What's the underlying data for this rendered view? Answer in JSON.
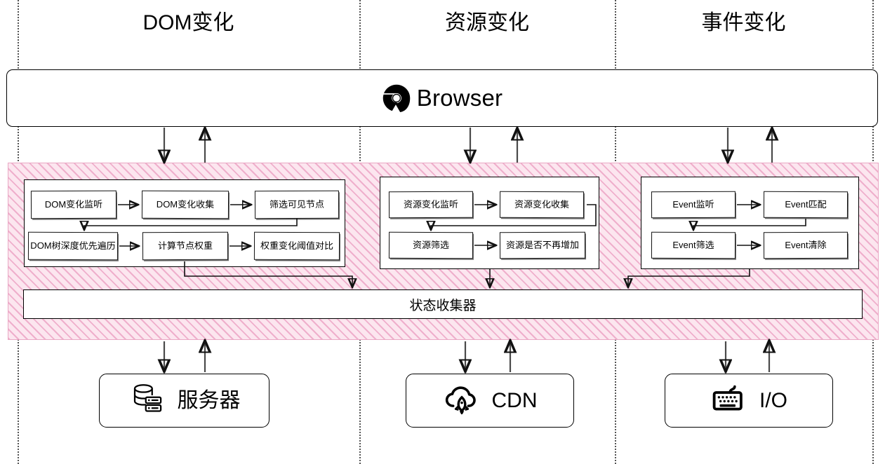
{
  "columns": [
    {
      "id": "dom",
      "title": "DOM变化"
    },
    {
      "id": "resource",
      "title": "资源变化"
    },
    {
      "id": "event",
      "title": "事件变化"
    }
  ],
  "browser": {
    "label": "Browser",
    "icon": "chrome-icon"
  },
  "collector": {
    "label": "状态收集器"
  },
  "groups": {
    "dom": {
      "nodes": [
        {
          "id": "dom-listen",
          "label": "DOM变化监听"
        },
        {
          "id": "dom-collect",
          "label": "DOM变化收集"
        },
        {
          "id": "dom-filter",
          "label": "筛选可见节点"
        },
        {
          "id": "dom-traverse",
          "label": "DOM树深度优先遍历"
        },
        {
          "id": "dom-weight",
          "label": "计算节点权重"
        },
        {
          "id": "dom-compare",
          "label": "权重变化阈值对比"
        }
      ]
    },
    "resource": {
      "nodes": [
        {
          "id": "res-listen",
          "label": "资源变化监听"
        },
        {
          "id": "res-collect",
          "label": "资源变化收集"
        },
        {
          "id": "res-filter",
          "label": "资源筛选"
        },
        {
          "id": "res-stable",
          "label": "资源是否不再增加"
        }
      ]
    },
    "event": {
      "nodes": [
        {
          "id": "evt-listen",
          "label": "Event监听"
        },
        {
          "id": "evt-match",
          "label": "Event匹配"
        },
        {
          "id": "evt-filter",
          "label": "Event筛选"
        },
        {
          "id": "evt-clear",
          "label": "Event清除"
        }
      ]
    }
  },
  "endpoints": [
    {
      "id": "server",
      "label": "服务器",
      "icon": "database-server-icon"
    },
    {
      "id": "cdn",
      "label": "CDN",
      "icon": "cloud-rocket-icon"
    },
    {
      "id": "io",
      "label": "I/O",
      "icon": "keyboard-icon"
    }
  ],
  "colors": {
    "band_fill": "#fce6ef",
    "band_hatch": "#e482af",
    "band_border": "#e9a8c4",
    "stroke": "#111111",
    "separator": "#555555",
    "background": "#ffffff"
  }
}
